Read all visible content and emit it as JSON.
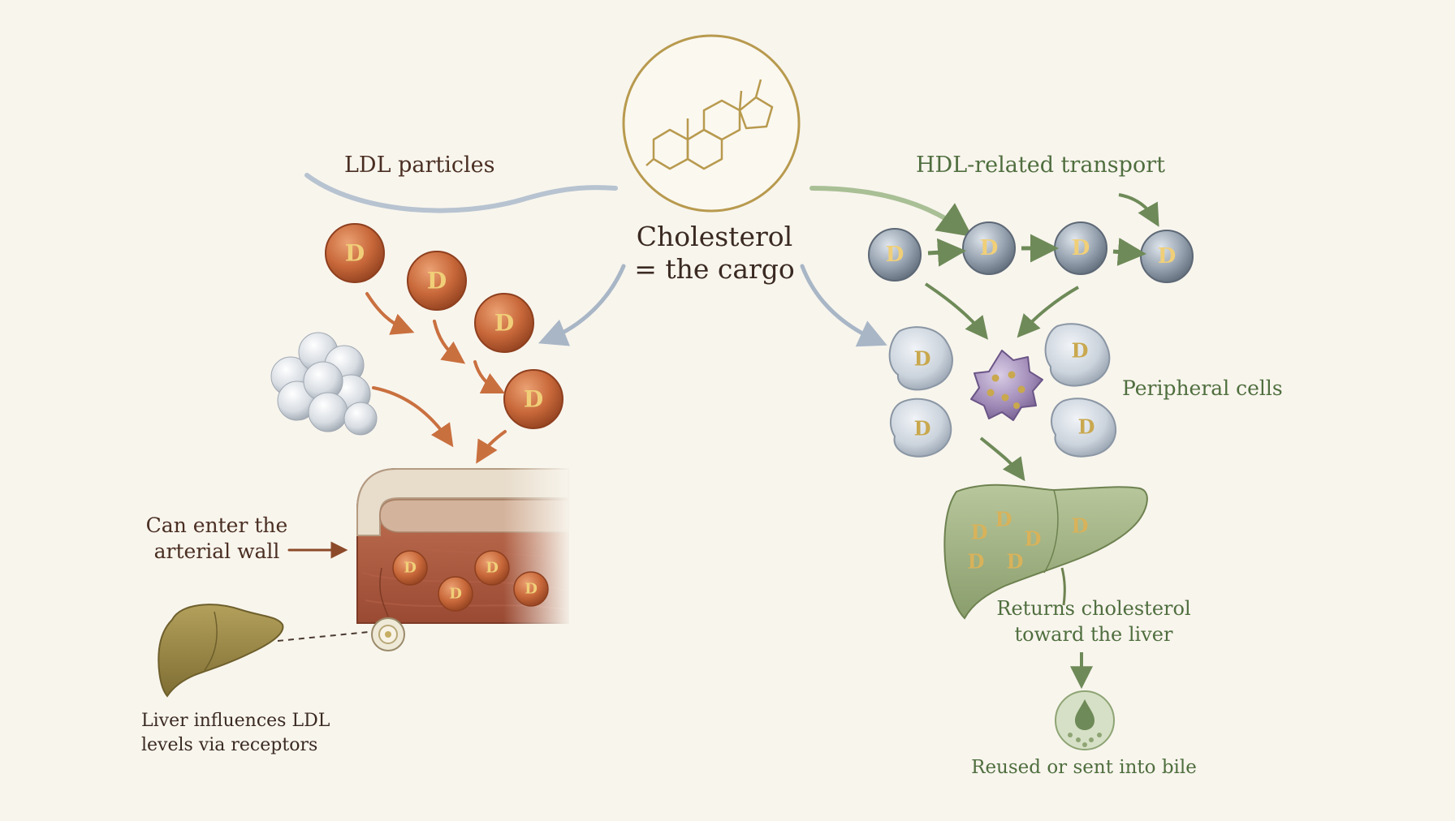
{
  "labels": {
    "ldl_particles": "LDL particles",
    "cholesterol_line1": "Cholesterol",
    "cholesterol_line2": "= the cargo",
    "hdl_transport": "HDL-related transport",
    "peripheral_cells": "Peripheral cells",
    "enter_line1": "Can enter the",
    "enter_line2": "arterial wall",
    "liver_line1": "Liver influences LDL",
    "liver_line2": "levels via receptors",
    "returns_line1": "Returns cholesterol",
    "returns_line2": "toward the liver",
    "reused": "Reused or sent into bile"
  },
  "particle_letter": "D",
  "icons": {
    "cholesterol": "steroid-ring-icon",
    "ldl": "ldl-particle-icon",
    "hdl": "hdl-particle-icon",
    "cell": "peripheral-cell-icon",
    "macrophage": "immune-cell-icon",
    "liver": "liver-icon",
    "artery": "artery-cross-section-icon",
    "receptor": "receptor-icon",
    "bile": "bile-droplet-icon"
  },
  "colors": {
    "background": "#f8f5ed",
    "ldl": "#c8683a",
    "hdl": "#8e99a5",
    "cell": "#c9d1da",
    "macrophage": "#9d88b3",
    "liver_right": "#9cae80",
    "liver_left": "#9a8745",
    "gold": "#b89a4e",
    "green_text": "#4f6e3e",
    "brown_text": "#4a2e22"
  }
}
